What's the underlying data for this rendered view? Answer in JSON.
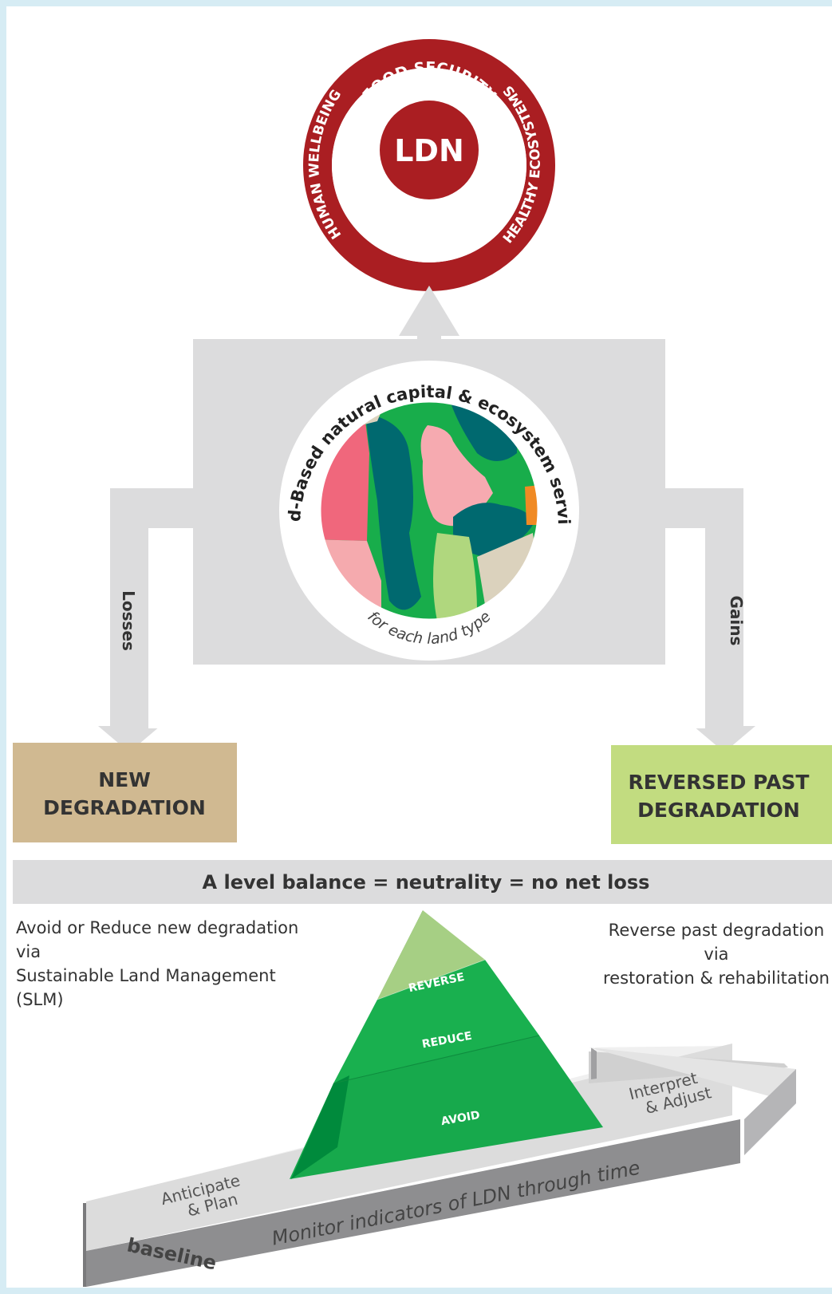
{
  "ring": {
    "center_label": "LDN",
    "top_label": "FOOD SECURITY",
    "right_label": "HEALTHY ECOSYSTEMS",
    "left_label": "HUMAN WELLBEING",
    "color": "#aa1e22"
  },
  "capital": {
    "title": "Land-Based natural capital & ecosystem services",
    "subtitle": "for each land type"
  },
  "flows": {
    "left_label": "Losses",
    "right_label": "Gains"
  },
  "outcomes": {
    "left": {
      "line1": "NEW",
      "line2": "DEGRADATION",
      "color": "#d0b991"
    },
    "right": {
      "line1": "REVERSED PAST",
      "line2": "DEGRADATION",
      "color": "#c2dc80"
    }
  },
  "balance": {
    "label": "A level balance = neutrality = no net loss"
  },
  "notes": {
    "left": "Avoid or Reduce new degradation via\nSustainable Land Management (SLM)",
    "right": "Reverse past degradation via\nrestoration & rehabilitation"
  },
  "pyramid": {
    "levels": [
      "REVERSE",
      "REDUCE",
      "AVOID"
    ]
  },
  "timeline": {
    "start": "baseline",
    "stage1": "Anticipate & Plan",
    "stage1_line1": "Anticipate",
    "stage1_line2": "& Plan",
    "stage2_line1": "Interpret",
    "stage2_line2": "& Adjust",
    "main": "Monitor indicators of LDN through time"
  }
}
